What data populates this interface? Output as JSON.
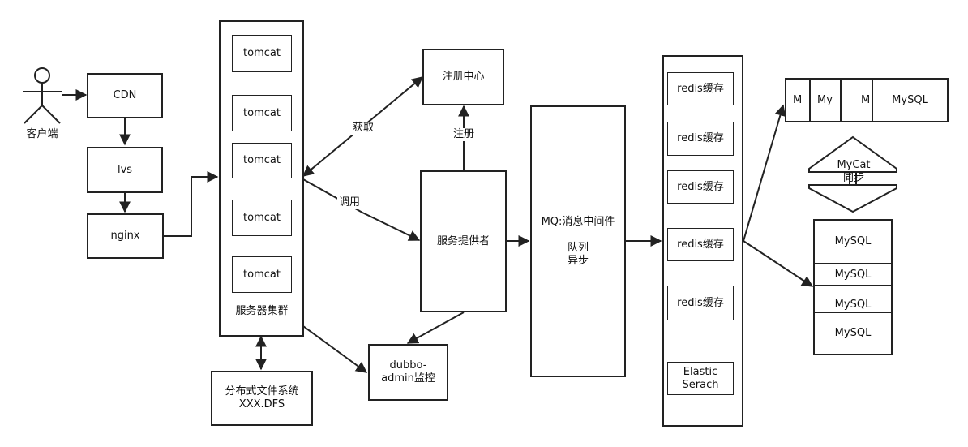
{
  "user": {
    "label": "客户端"
  },
  "cdn": "CDN",
  "lvs": "lvs",
  "nginx": "nginx",
  "server_cluster": {
    "label": "服务器集群",
    "nodes": [
      "tomcat",
      "tomcat",
      "tomcat",
      "tomcat",
      "tomcat"
    ]
  },
  "dfs": "分布式文件系统\nXXX.DFS",
  "registry": "注册中心",
  "provider": "服务提供者",
  "monitor": "dubbo-\nadmin监控",
  "mq": "MQ:消息中间件\n\n队列\n异步",
  "edges": {
    "fetch": "获取",
    "call": "调用",
    "register": "注册"
  },
  "cache": {
    "items": [
      "redis缓存",
      "redis缓存",
      "redis缓存",
      "redis缓存",
      "redis缓存"
    ],
    "search": "Elastic\nSerach"
  },
  "mysql_top": [
    "M",
    "My",
    "M",
    "MySQL"
  ],
  "mycat": "MyCat\n同步",
  "mysql_bottom": [
    "MySQL",
    "MySQL",
    "MySQL",
    "MySQL"
  ]
}
